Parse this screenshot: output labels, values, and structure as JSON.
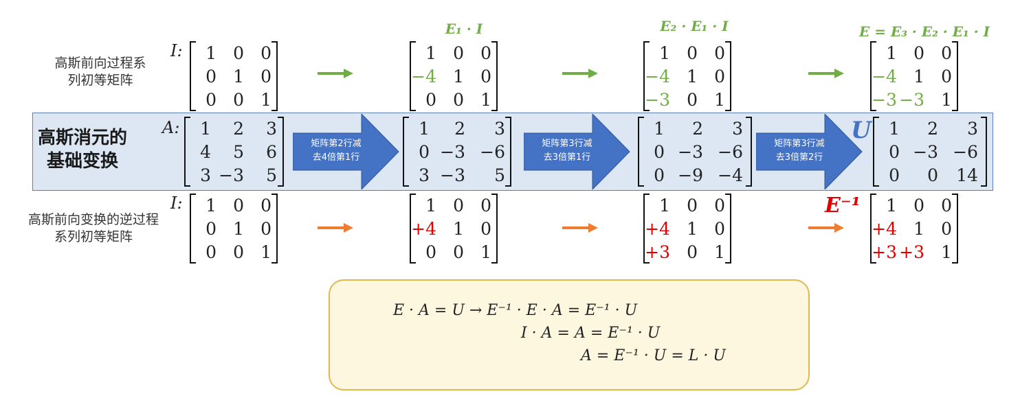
{
  "labels": {
    "forward_row": "高斯前向过程系\n列初等矩阵",
    "band_title": "高斯消元的\n基础变换",
    "inverse_row": "高斯前向变换的逆过程\n系列初等矩阵",
    "I_top": "I:",
    "A": "A:",
    "I_bottom": "I:",
    "E1I": "E₁ · I",
    "E2E1I": "E₂ · E₁ · I",
    "E_full": "E = E₃ · E₂ · E₁ · I",
    "U": "U",
    "E_inv": "E⁻¹"
  },
  "steps": [
    {
      "label": "矩阵第2行减\n去4倍第1行"
    },
    {
      "label": "矩阵第3行减\n去3倍第1行"
    },
    {
      "label": "矩阵第3行减\n去3倍第2行"
    }
  ],
  "matrices": {
    "top": [
      [
        [
          "1",
          "0",
          "0"
        ],
        [
          "0",
          "1",
          "0"
        ],
        [
          "0",
          "0",
          "1"
        ]
      ],
      [
        [
          "1",
          "0",
          "0"
        ],
        [
          "−4",
          "1",
          "0"
        ],
        [
          "0",
          "0",
          "1"
        ]
      ],
      [
        [
          "1",
          "0",
          "0"
        ],
        [
          "−4",
          "1",
          "0"
        ],
        [
          "−3",
          "0",
          "1"
        ]
      ],
      [
        [
          "1",
          "0",
          "0"
        ],
        [
          "−4",
          "1",
          "0"
        ],
        [
          "−3",
          "−3",
          "1"
        ]
      ]
    ],
    "middle": [
      [
        [
          "1",
          "2",
          "3"
        ],
        [
          "4",
          "5",
          "6"
        ],
        [
          "3",
          "−3",
          "5"
        ]
      ],
      [
        [
          "1",
          "2",
          "3"
        ],
        [
          "0",
          "−3",
          "−6"
        ],
        [
          "3",
          "−3",
          "5"
        ]
      ],
      [
        [
          "1",
          "2",
          "3"
        ],
        [
          "0",
          "−3",
          "−6"
        ],
        [
          "0",
          "−9",
          "−4"
        ]
      ],
      [
        [
          "1",
          "2",
          "3"
        ],
        [
          "0",
          "−3",
          "−6"
        ],
        [
          "0",
          "0",
          "14"
        ]
      ]
    ],
    "bottom": [
      [
        [
          "1",
          "0",
          "0"
        ],
        [
          "0",
          "1",
          "0"
        ],
        [
          "0",
          "0",
          "1"
        ]
      ],
      [
        [
          "1",
          "0",
          "0"
        ],
        [
          "+4",
          "1",
          "0"
        ],
        [
          "0",
          "0",
          "1"
        ]
      ],
      [
        [
          "1",
          "0",
          "0"
        ],
        [
          "+4",
          "1",
          "0"
        ],
        [
          "+3",
          "0",
          "1"
        ]
      ],
      [
        [
          "1",
          "0",
          "0"
        ],
        [
          "+4",
          "1",
          "0"
        ],
        [
          "+3",
          "+3",
          "1"
        ]
      ]
    ]
  },
  "formulas": [
    "E · A = U  → E⁻¹ · E · A = E⁻¹ · U",
    "I · A = A = E⁻¹ · U",
    "A = E⁻¹ · U = L · U"
  ],
  "colors": {
    "green": "#70ad47",
    "red": "#e00000",
    "blue_arrow": "#4472c4",
    "orange_arrow": "#ed7d31"
  }
}
